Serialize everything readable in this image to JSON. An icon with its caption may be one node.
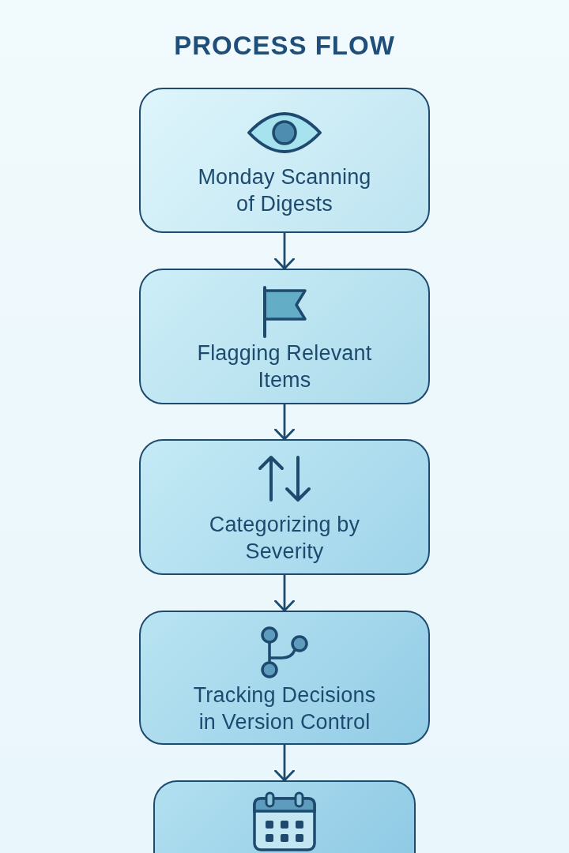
{
  "diagram": {
    "title": "PROCESS FLOW",
    "nodes": [
      {
        "text": [
          "Monday Scanning of Digests"
        ]
      },
      {
        "text": [
          "Flagging Relevant Items"
        ]
      },
      {
        "text": [
          "Categorizing by Severity"
        ]
      },
      {
        "text": [
          "Tracking Decisions in Version Control"
        ]
      },
      {
        "text": [],
        "shape": "box"
      }
    ],
    "edges": [
      {
        "from": 0,
        "to": 1,
        "arrow": "to"
      },
      {
        "from": 1,
        "to": 2,
        "arrow": "to"
      },
      {
        "from": 2,
        "to": 3,
        "arrow": "to"
      },
      {
        "from": 3,
        "to": 4,
        "arrow": "to"
      }
    ]
  }
}
